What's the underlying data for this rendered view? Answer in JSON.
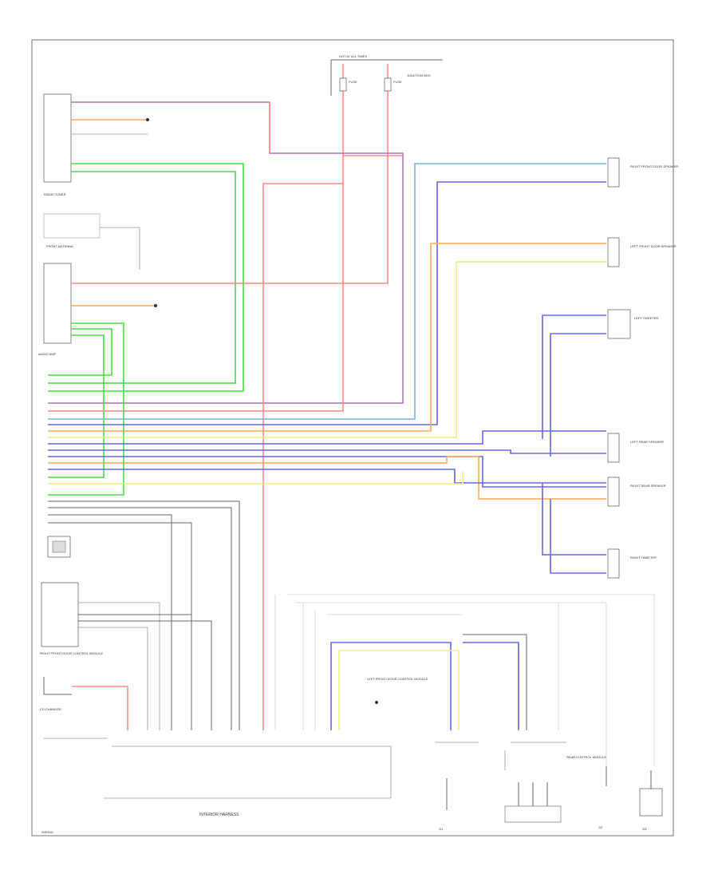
{
  "colors": {
    "pink": "#ff8a8a",
    "violet": "#b070c0",
    "green": "#44dd44",
    "blue": "#6666ee",
    "lightblue": "#88aadd",
    "orange": "#ffaa55",
    "yellow": "#eeee88",
    "gray": "#777777",
    "black": "#333333",
    "lightgray": "#d0d0d0"
  },
  "labels": {
    "fuse_title": "HOT AT ALL TIMES",
    "fuse1": "FUSE",
    "fuse2": "FUSE",
    "fuse_box": "JUNCTION BOX",
    "radio": "RADIO TUNER",
    "front_antenna": "FRONT ANTENNA",
    "amplifier": "AUDIO AMP",
    "speaker_rf": "RIGHT FRONT DOOR SPEAKER",
    "speaker_lf": "LEFT FRONT DOOR SPEAKER",
    "speaker_lt": "LEFT TWEETER",
    "speaker_lr": "LEFT REAR SPEAKER",
    "speaker_rr": "RIGHT REAR SPEAKER",
    "speaker_rt": "RIGHT TWEETER",
    "rf_module": "RIGHT FRONT DOOR CONTROL MODULE",
    "lf_module": "LEFT FRONT DOOR CONTROL MODULE",
    "rear_module": "REAR CONTROL MODULE",
    "cd_module": "CD CHANGER",
    "harness": "INTERIOR HARNESS",
    "ground1": "G1",
    "ground2": "G2",
    "ground3": "G3",
    "footer": "WIRING"
  }
}
